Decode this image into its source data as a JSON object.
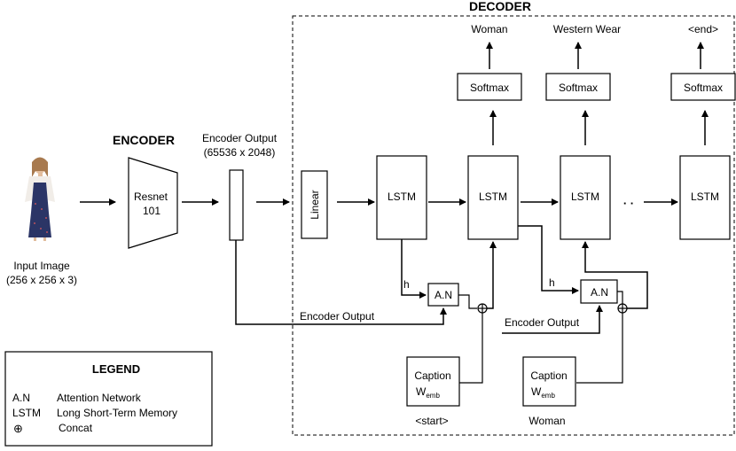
{
  "decoder": {
    "title": "DECODER",
    "outputs": [
      "Woman",
      "Western Wear",
      "<end>"
    ],
    "softmax_label": "Softmax",
    "lstm_label": "LSTM",
    "linear_label": "Linear",
    "ellipsis": "· ·",
    "h_label": "h",
    "attention_label": "A.N",
    "encoder_output_label": "Encoder Output",
    "caption_label": "Caption",
    "w_label": "W",
    "w_sub": "emb",
    "caption_inputs": [
      "<start>",
      "Woman"
    ]
  },
  "encoder": {
    "title": "ENCODER",
    "resnet_line1": "Resnet",
    "resnet_line2": "101",
    "output_line1": "Encoder Output",
    "output_line2": "(65536 x 2048)",
    "bottom_output_label": "Encoder Output"
  },
  "input": {
    "line1": "Input Image",
    "line2": "(256 x 256 x 3)",
    "image_icon": "woman-in-dress-photo"
  },
  "legend": {
    "title": "LEGEND",
    "rows": [
      {
        "key": "A.N",
        "value": "Attention Network"
      },
      {
        "key": "LSTM",
        "value": "Long Short-Term Memory"
      },
      {
        "key": "⊕",
        "value": "Concat"
      }
    ]
  },
  "colors": {
    "stroke": "#000000",
    "background": "#ffffff",
    "dress": "#2b3566",
    "blouse": "#f1ede8",
    "skin": "#e2bd9d",
    "hair": "#a87a4f"
  }
}
